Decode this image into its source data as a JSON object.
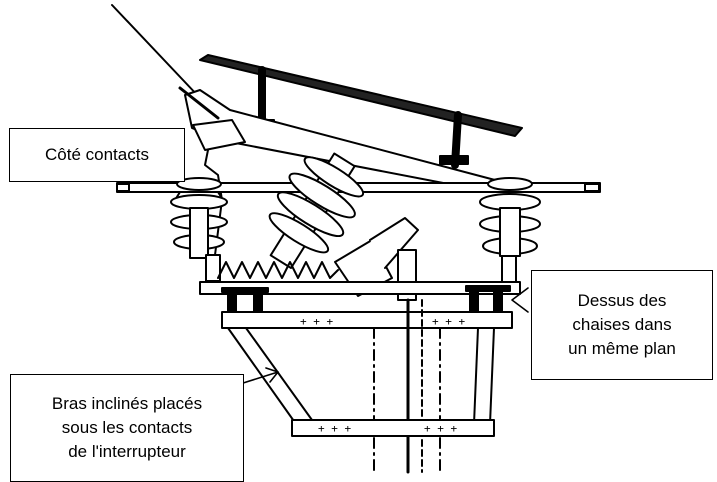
{
  "callouts": {
    "contacts_side": {
      "lines": [
        "Côté contacts"
      ]
    },
    "chair_tops": {
      "lines": [
        "Dessus des",
        "chaises dans",
        "un même plan"
      ]
    },
    "inclined_arms": {
      "lines": [
        "Bras inclinés placés",
        "sous les contacts",
        "de l'interrupteur"
      ]
    }
  },
  "colors": {
    "ink": "#000000",
    "background": "#ffffff"
  }
}
